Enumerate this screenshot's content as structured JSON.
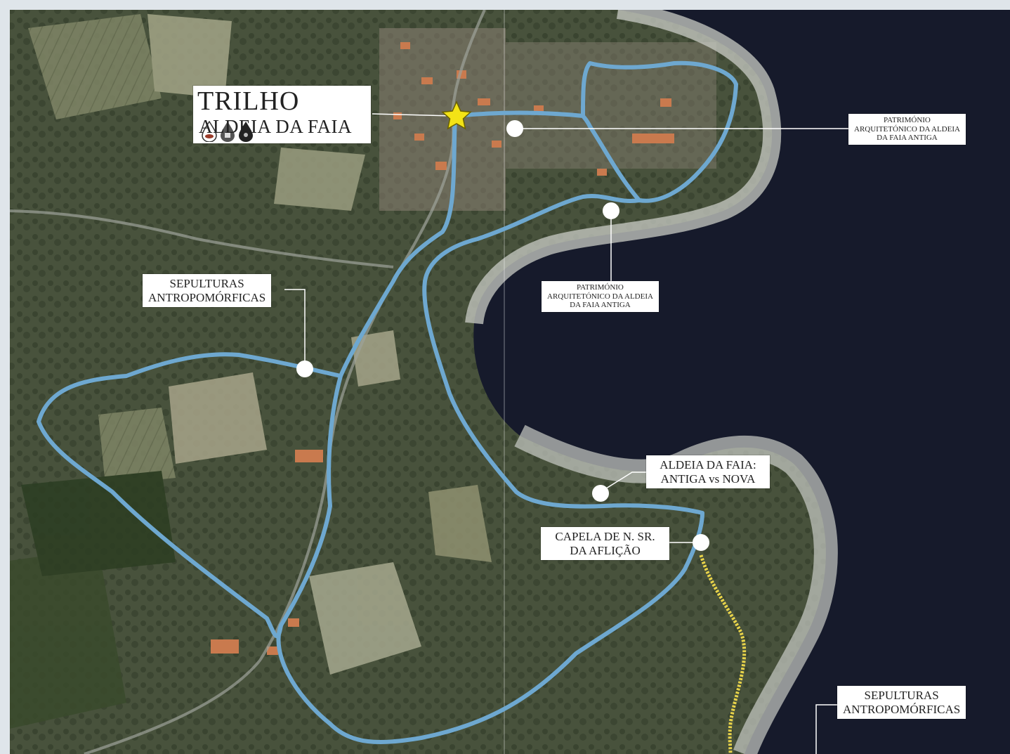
{
  "title": {
    "line1": "TRILHO",
    "line2": "ALDEIA DA FAIA",
    "difficulty_icons": [
      "drop-empty-icon",
      "drop-filled-icon",
      "drop-filled-icon"
    ]
  },
  "labels": {
    "patrimonio_right": [
      "PATRIMÓNIO",
      "ARQUITETÓNICO DA ALDEIA",
      "DA FAIA ANTIGA"
    ],
    "patrimonio_center": [
      "PATRIMÓNIO",
      "ARQUITETÓNICO DA ALDEIA",
      "DA FAIA ANTIGA"
    ],
    "sepulturas_left": [
      "SEPULTURAS",
      "ANTROPOMÓRFICAS"
    ],
    "aldeia_antiga_nova": [
      "ALDEIA DA FAIA:",
      "ANTIGA vs NOVA"
    ],
    "capela": [
      "CAPELA DE N. SR.",
      "DA AFLIÇÃO"
    ],
    "sepulturas_bottom": [
      "SEPULTURAS",
      "ANTROPOMÓRFICAS"
    ]
  },
  "colors": {
    "water": "#161a2b",
    "trail_main": "#6ea8d0",
    "trail_secondary": "#e8d34a",
    "start_star": "#f3e316",
    "shore": "#c9ccc6",
    "vegetation": "#3f4a35",
    "fields": "#8b8f72"
  }
}
